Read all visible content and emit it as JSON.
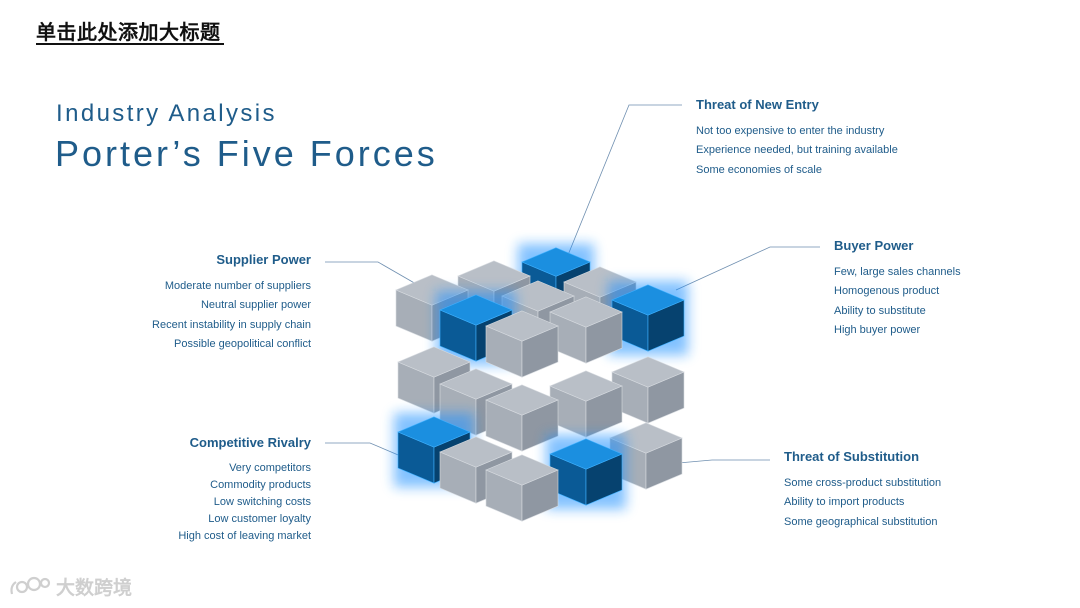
{
  "slide": {
    "title": "单击此处添加大标题"
  },
  "heading": {
    "subtitle": "Industry Analysis",
    "title": "Porter’s Five Forces"
  },
  "forces": {
    "threat_new_entry": {
      "title": "Threat of New Entry",
      "items": [
        "Not too expensive to enter the industry",
        "Experience needed, but training available",
        "Some economies of scale"
      ]
    },
    "buyer_power": {
      "title": "Buyer Power",
      "items": [
        "Few, large sales channels",
        "Homogenous product",
        "Ability to substitute",
        "High buyer power"
      ]
    },
    "supplier_power": {
      "title": "Supplier Power",
      "items": [
        "Moderate number of suppliers",
        "Neutral supplier power",
        "Recent instability in supply chain",
        "Possible geopolitical conflict"
      ]
    },
    "competitive_rivalry": {
      "title": "Competitive Rivalry",
      "items": [
        "Very competitors",
        "Commodity products",
        "Low switching costs",
        "Low customer loyalty",
        "High cost of leaving market"
      ]
    },
    "threat_substitution": {
      "title": "Threat of Substitution",
      "items": [
        "Some cross-product substitution",
        "Ability to import products",
        "Some geographical substitution"
      ]
    }
  },
  "watermark": {
    "text": "大数跨境"
  },
  "colors": {
    "accent": "#1f5c8a",
    "cube_gray": "#9aa3ad",
    "cube_blue": "#0a5a96",
    "glow": "#1e90ff"
  },
  "icons": {
    "watermark_logo": "logo-icon"
  }
}
